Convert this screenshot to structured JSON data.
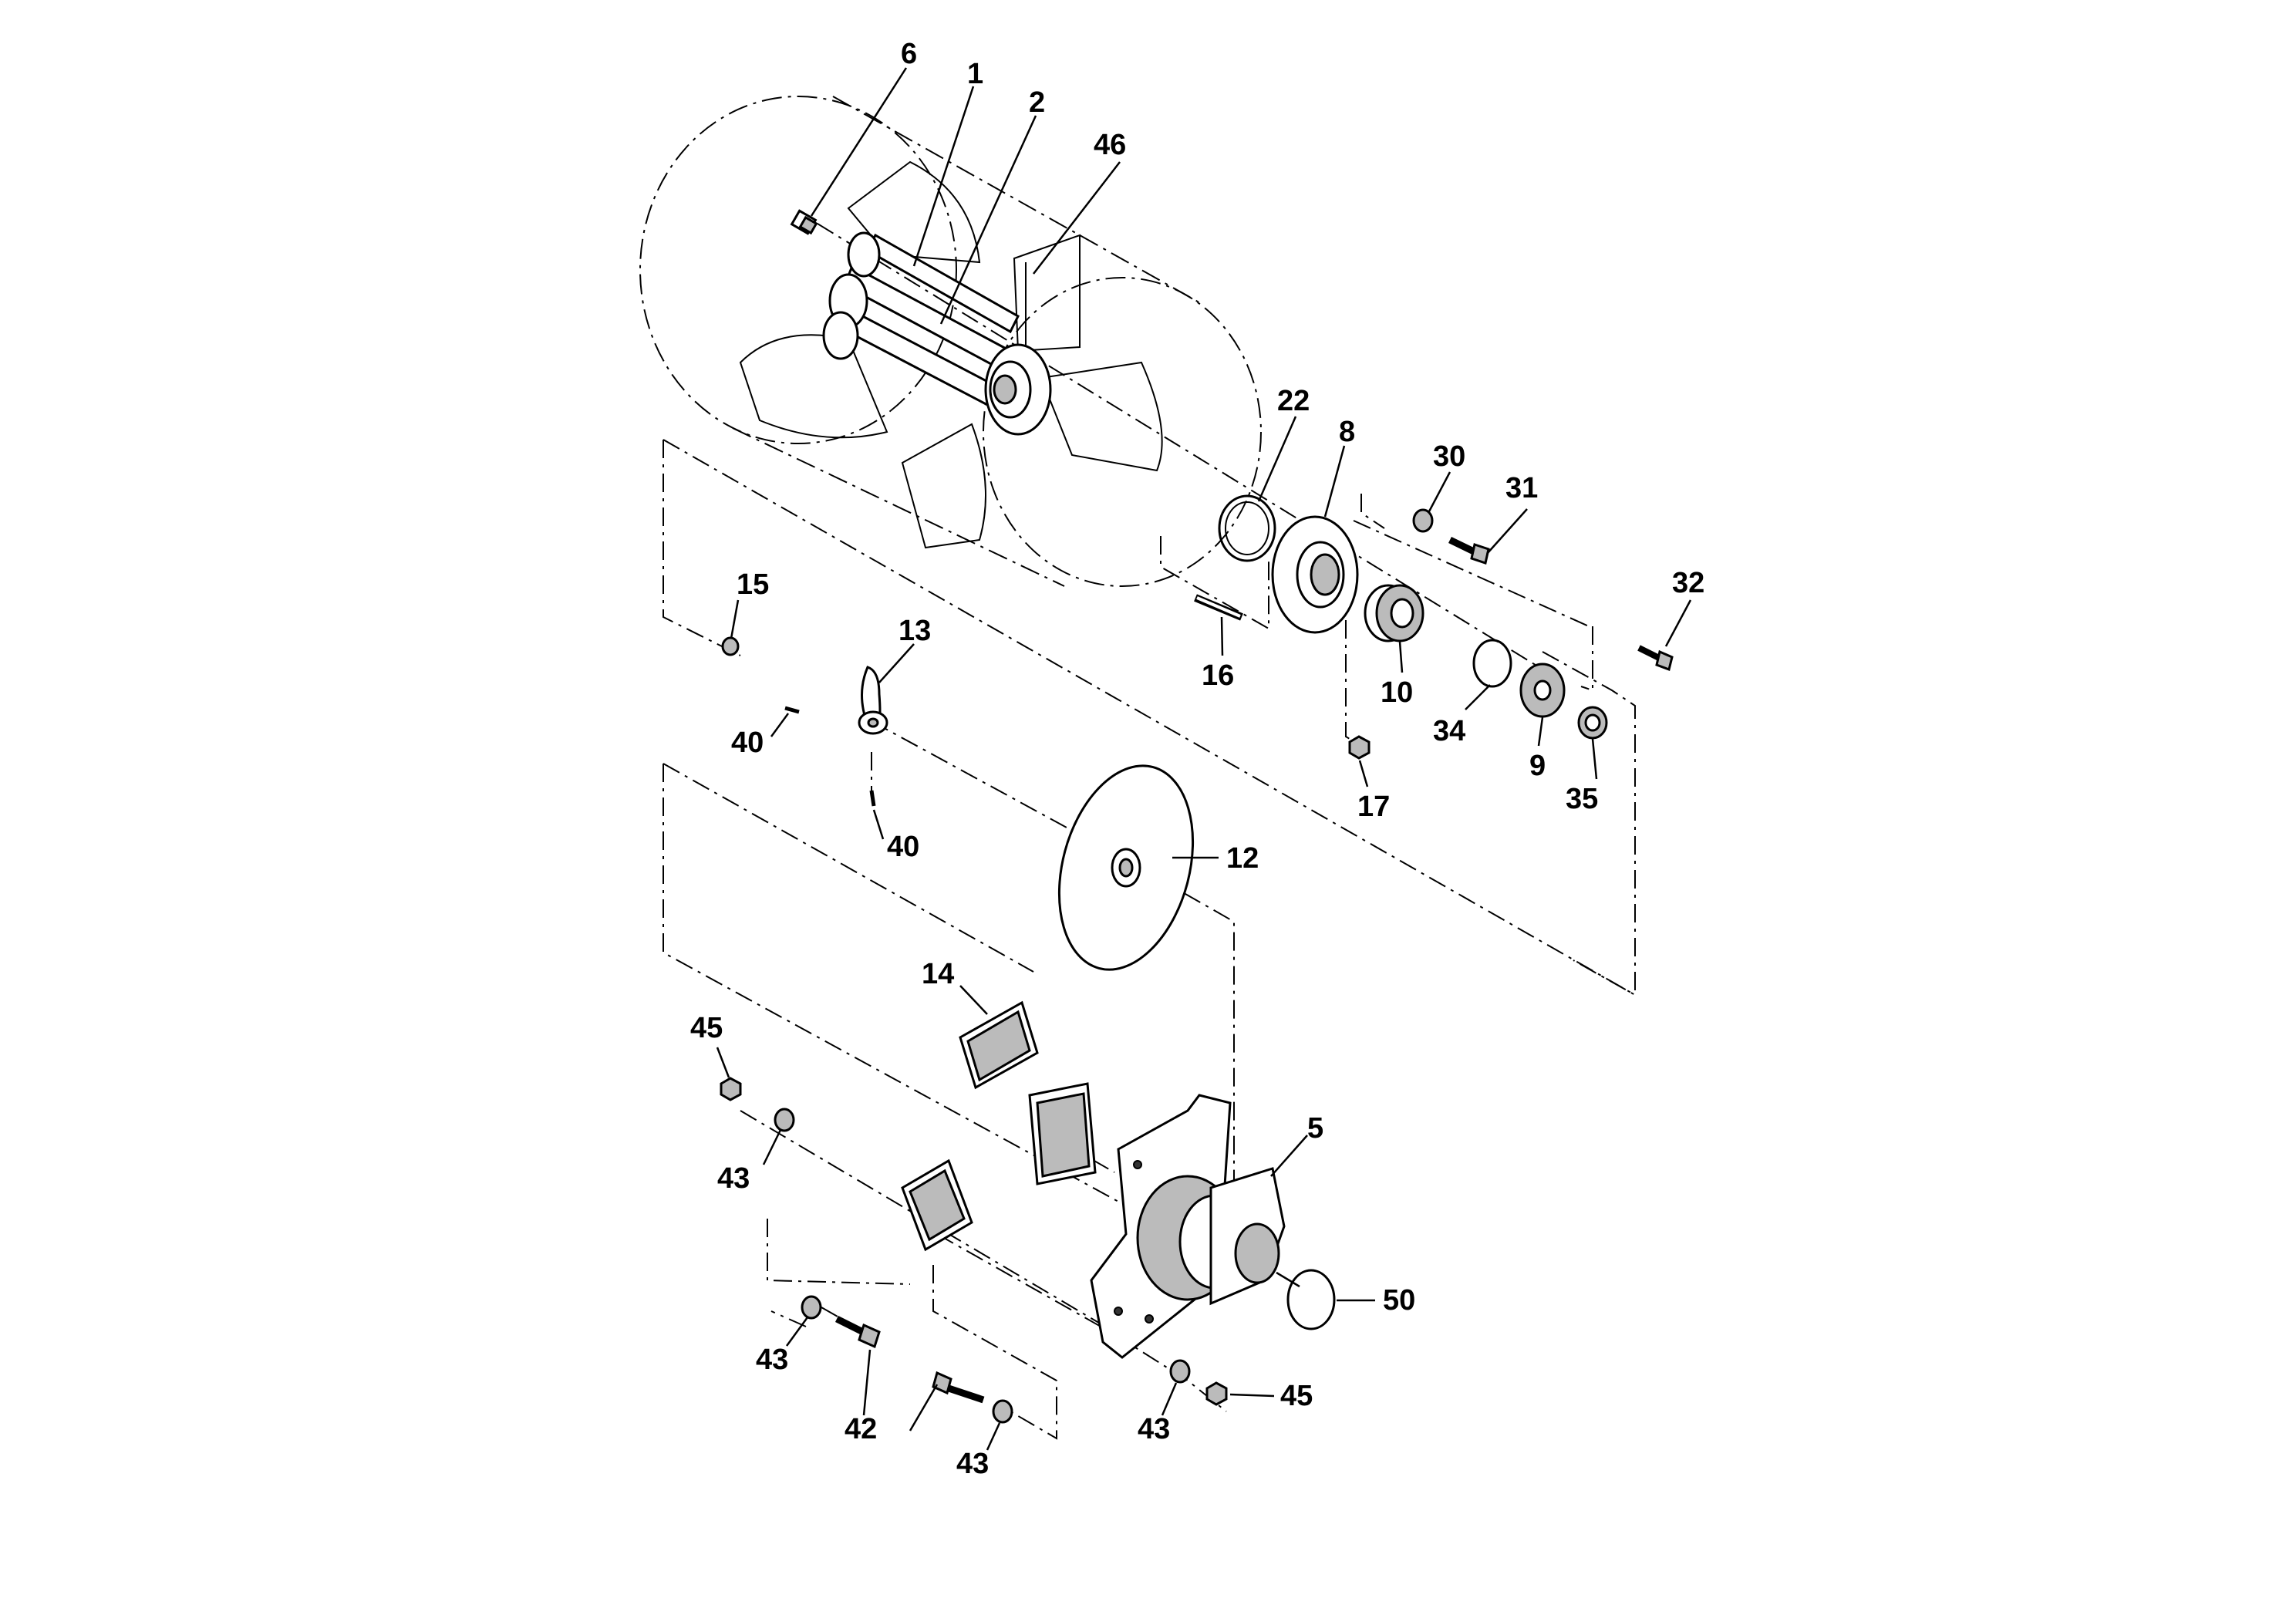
{
  "callouts": {
    "c1": "1",
    "c2": "2",
    "c5": "5",
    "c6": "6",
    "c8": "8",
    "c9": "9",
    "c10": "10",
    "c12": "12",
    "c13": "13",
    "c14": "14",
    "c15": "15",
    "c16": "16",
    "c17": "17",
    "c22": "22",
    "c30": "30",
    "c31": "31",
    "c32": "32",
    "c34": "34",
    "c35": "35",
    "c40a": "40",
    "c40b": "40",
    "c42": "42",
    "c43a": "43",
    "c43b": "43",
    "c43c": "43",
    "c43d": "43",
    "c45a": "45",
    "c45b": "45",
    "c46": "46",
    "c50": "50"
  }
}
